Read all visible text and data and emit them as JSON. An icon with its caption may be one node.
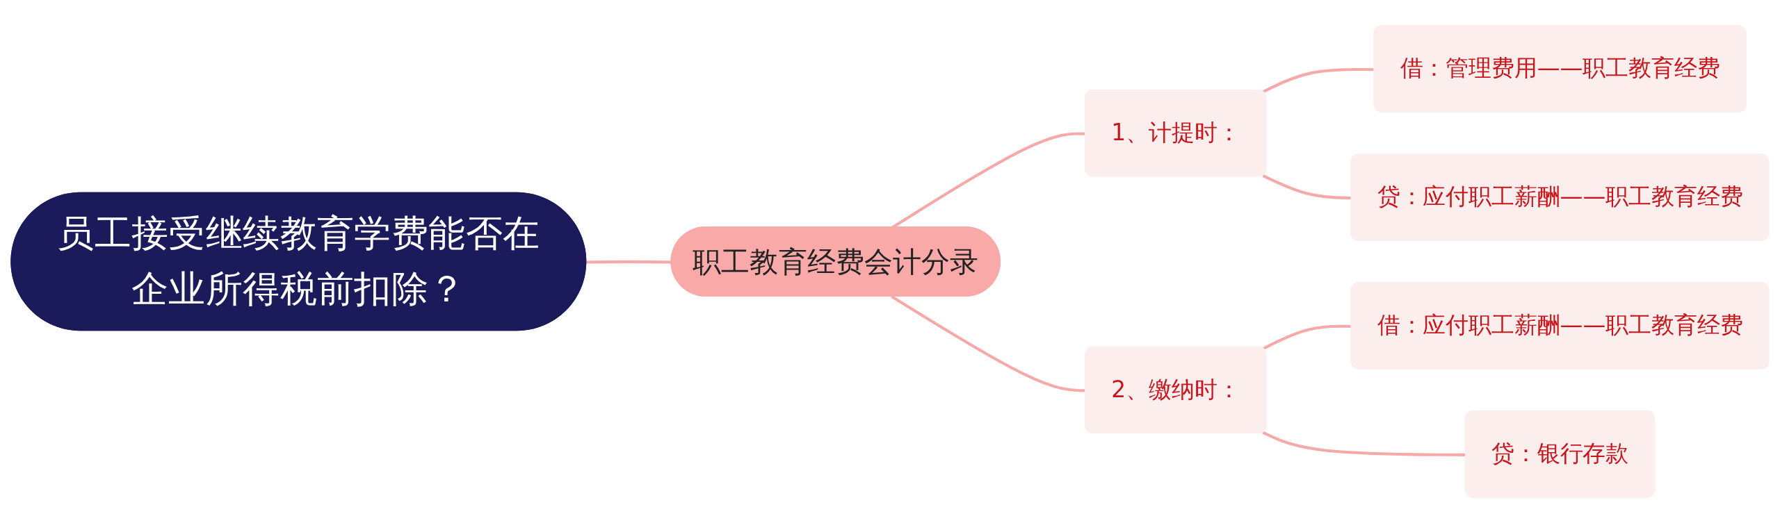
{
  "diagram": {
    "nodes": [
      {
        "text": [
          "员工接受继续教育学费能否在企业所得税前扣除？"
        ]
      },
      {
        "text": [
          "职工教育经费会计分录"
        ]
      },
      {
        "text": [
          "1、计提时："
        ]
      },
      {
        "text": [
          "借：管理费用——职工教育经费"
        ]
      },
      {
        "text": [
          "贷：应付职工薪酬——职工教育经费"
        ]
      },
      {
        "text": [
          "2、缴纳时："
        ]
      },
      {
        "text": [
          "借：应付职工薪酬——职工教育经费"
        ]
      },
      {
        "text": [
          "贷：银行存款"
        ]
      }
    ],
    "edges": [
      {
        "from": 0,
        "to": 1,
        "arrow": "none"
      },
      {
        "from": 1,
        "to": 2,
        "arrow": "none"
      },
      {
        "from": 2,
        "to": 3,
        "arrow": "none"
      },
      {
        "from": 2,
        "to": 4,
        "arrow": "none"
      },
      {
        "from": 1,
        "to": 5,
        "arrow": "none"
      },
      {
        "from": 5,
        "to": 6,
        "arrow": "none"
      },
      {
        "from": 5,
        "to": 7,
        "arrow": "none"
      }
    ]
  }
}
